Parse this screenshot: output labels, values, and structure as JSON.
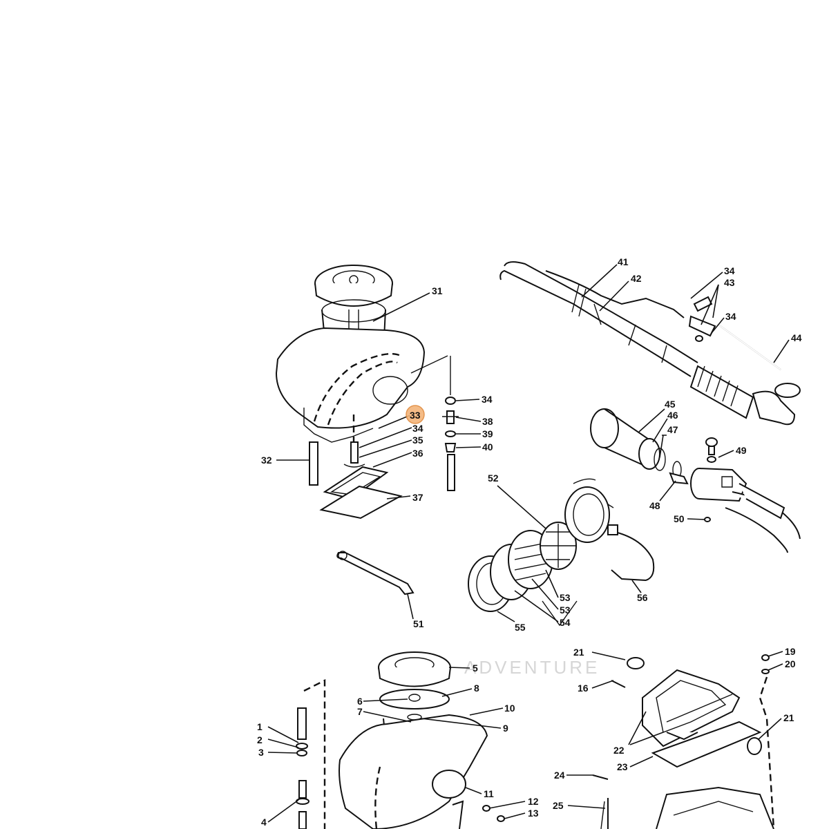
{
  "watermark": "ADVENTURE",
  "highlighted_callout": "33",
  "callouts": {
    "c31": "31",
    "c32": "32",
    "c33": "33",
    "c34a": "34",
    "c34b": "34",
    "c35": "35",
    "c36": "36",
    "c37": "37",
    "c38": "38",
    "c39": "39",
    "c40": "40",
    "c41": "41",
    "c42": "42",
    "c34c": "34",
    "c43": "43",
    "c34d": "34",
    "c44": "44",
    "c45": "45",
    "c46": "46",
    "c47": "47",
    "c48": "48",
    "c49": "49",
    "c50": "50",
    "c51": "51",
    "c52": "52",
    "c53a": "53",
    "c53b": "53",
    "c54": "54",
    "c55": "55",
    "c56": "56",
    "c1": "1",
    "c2": "2",
    "c3": "3",
    "c4": "4",
    "c5": "5",
    "c6": "6",
    "c7": "7",
    "c8": "8",
    "c9": "9",
    "c10": "10",
    "c11": "11",
    "c12": "12",
    "c13": "13",
    "c16": "16",
    "c19": "19",
    "c20": "20",
    "c21a": "21",
    "c21b": "21",
    "c22": "22",
    "c23": "23",
    "c24": "24",
    "c25": "25"
  }
}
